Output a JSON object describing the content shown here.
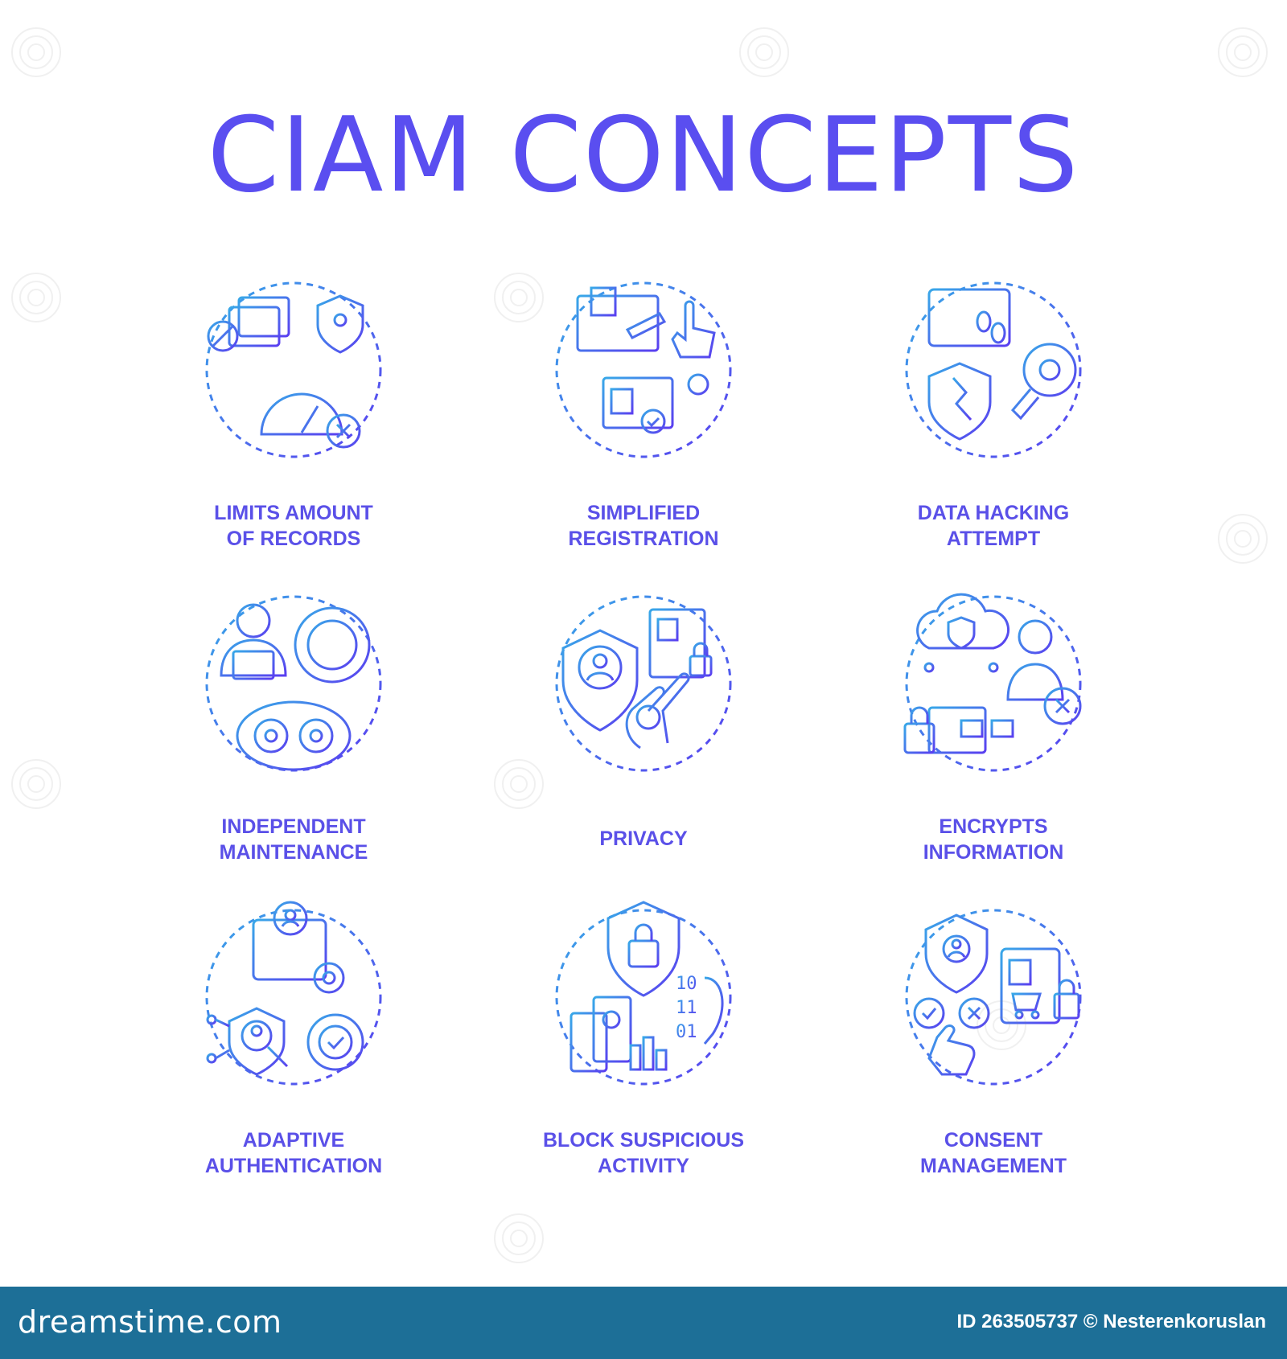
{
  "title": "CIAM CONCEPTS",
  "colors": {
    "gradient_start": "#38a8e8",
    "gradient_end": "#5a3ef0",
    "label": "#5a50e8",
    "footer": "#1d6f97"
  },
  "items": [
    {
      "line1": "LIMITS AMOUNT",
      "line2": "OF RECORDS",
      "icon": "records-limit-icon"
    },
    {
      "line1": "SIMPLIFIED",
      "line2": "REGISTRATION",
      "icon": "registration-icon"
    },
    {
      "line1": "DATA HACKING",
      "line2": "ATTEMPT",
      "icon": "hacking-attempt-icon"
    },
    {
      "line1": "INDEPENDENT",
      "line2": "MAINTENANCE",
      "icon": "maintenance-icon"
    },
    {
      "line1": "PRIVACY",
      "line2": "",
      "icon": "privacy-icon"
    },
    {
      "line1": "ENCRYPTS",
      "line2": "INFORMATION",
      "icon": "encryption-icon"
    },
    {
      "line1": "ADAPTIVE",
      "line2": "AUTHENTICATION",
      "icon": "adaptive-auth-icon"
    },
    {
      "line1": "BLOCK SUSPICIOUS",
      "line2": "ACTIVITY",
      "icon": "block-activity-icon"
    },
    {
      "line1": "CONSENT",
      "line2": "MANAGEMENT",
      "icon": "consent-icon"
    }
  ],
  "footer": {
    "brand": "dreamstime.com",
    "credit": "ID 263505737 © Nesterenkoruslan"
  }
}
